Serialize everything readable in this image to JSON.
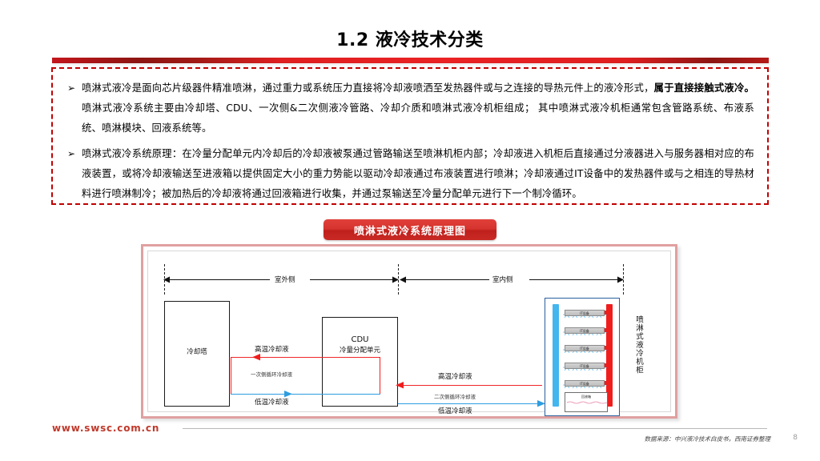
{
  "slide": {
    "title": "1.2 液冷技术分类",
    "page_number": "8"
  },
  "body": {
    "bullet_marker": "➢",
    "bullets": [
      {
        "segments": [
          {
            "text": "喷淋式液冷是面向芯片级器件精准喷淋，通过重力或系统压力直接将冷却液喷洒至发热器件或与之连接的导热元件上的液冷形式，",
            "bold": false
          },
          {
            "text": "属于直接接触式液冷。",
            "bold": true
          },
          {
            "text": "喷淋式液冷系统主要由冷却塔、CDU、一次侧&二次侧液冷管路、冷却介质和喷淋式液冷机柜组成； 其中喷淋式液冷机柜通常包含管路系统、布液系统、喷淋模块、回液系统等。",
            "bold": false
          }
        ]
      },
      {
        "segments": [
          {
            "text": "喷淋式液冷系统原理：在冷量分配单元内冷却后的冷却液被泵通过管路输送至喷淋机柜内部；冷却液进入机柜后直接通过分液器进入与服务器相对应的布液装置，或将冷却液输送至进液箱以提供固定大小的重力势能以驱动冷却液通过布液装置进行喷淋；冷却液通过IT设备中的发热器件或与之相连的导热材料进行喷淋制冷；被加热后的冷却液将通过回液箱进行收集，并通过泵输送至冷量分配单元进行下一个制冷循环。",
            "bold": false
          }
        ]
      }
    ]
  },
  "banner": {
    "label": "喷淋式液冷系统原理图"
  },
  "diagram": {
    "zone_outdoor": "室外侧",
    "zone_indoor": "室内侧",
    "cooling_tower": "冷却塔",
    "cdu_line1": "CDU",
    "cdu_line2": "冷量分配单元",
    "primary_hot": "高温冷却液",
    "primary_loop": "一次侧循环冷却液",
    "primary_cold": "低温冷却液",
    "secondary_hot": "高温冷却液",
    "secondary_loop": "二次侧循环冷却液",
    "secondary_cold": "低温冷却液",
    "rack_label": "喷淋式液冷机柜",
    "it_equipment": "IT设备",
    "return_tank": "回液箱",
    "shelf_count": 5,
    "colors": {
      "hot": "#f01d1d",
      "cold": "#2e9de0",
      "rack_border": "#2a5f9e",
      "frame": "#e0a0a0"
    }
  },
  "footer": {
    "url": "www.swsc.com.cn",
    "source": "数据来源：中兴液冷技术白皮书，西南证券整理"
  }
}
